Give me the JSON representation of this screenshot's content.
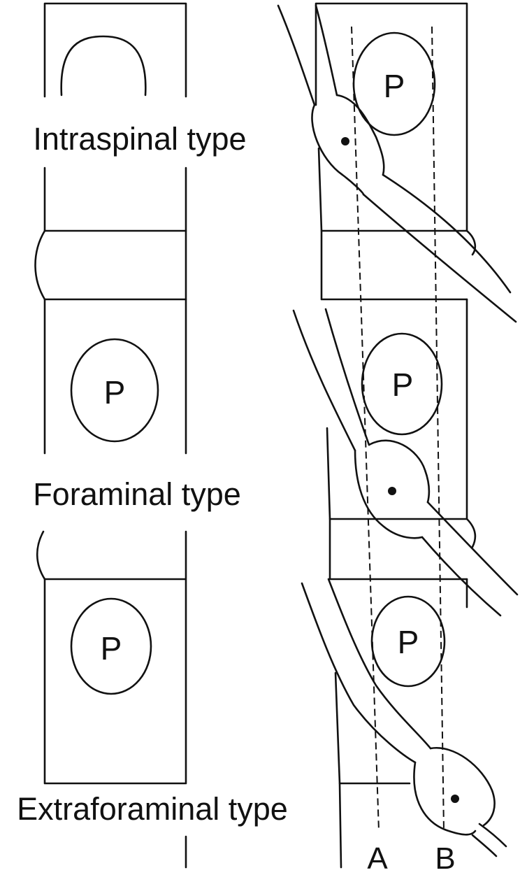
{
  "labels": {
    "intraspinal": "Intraspinal type",
    "foraminal": "Foraminal type",
    "extraforaminal": "Extraforaminal type"
  },
  "pedicle_label": "P",
  "line_labels": {
    "a": "A",
    "b": "B"
  },
  "colors": {
    "stroke": "#111111",
    "background": "#ffffff"
  }
}
